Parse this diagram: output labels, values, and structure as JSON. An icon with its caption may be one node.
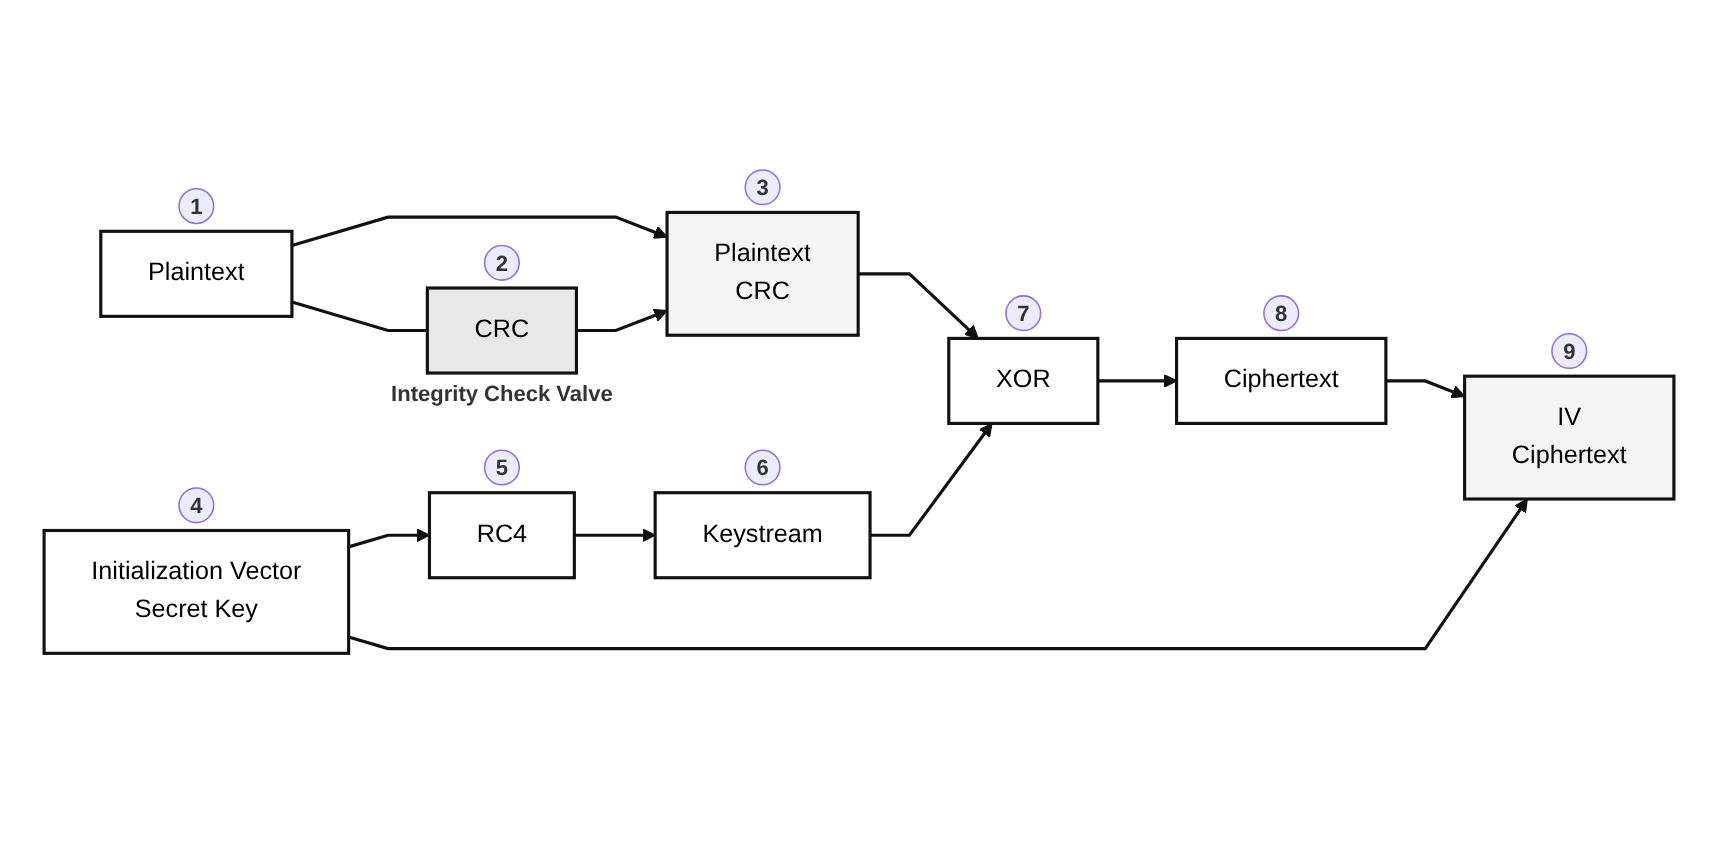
{
  "diagram": {
    "nodes": [
      {
        "text": [
          "Plaintext"
        ],
        "beside": [
          "1"
        ]
      },
      {
        "text": [
          "CRC"
        ],
        "beside": [
          "2",
          "Integrity Check Valve"
        ]
      },
      {
        "text": [
          "Plaintext",
          "CRC"
        ],
        "beside": [
          "3"
        ]
      },
      {
        "text": [
          "Initialization Vector",
          "Secret Key"
        ],
        "beside": [
          "4"
        ]
      },
      {
        "text": [
          "RC4"
        ],
        "beside": [
          "5"
        ]
      },
      {
        "text": [
          "Keystream"
        ],
        "beside": [
          "6"
        ]
      },
      {
        "text": [
          "XOR"
        ],
        "beside": [
          "7"
        ]
      },
      {
        "text": [
          "Ciphertext"
        ],
        "beside": [
          "8"
        ]
      },
      {
        "text": [
          "IV",
          "Ciphertext"
        ],
        "beside": [
          "9"
        ]
      }
    ],
    "edges": [
      {
        "from": 0,
        "to": 2,
        "arrow": "to"
      },
      {
        "from": 0,
        "to": 1,
        "arrow": "none"
      },
      {
        "from": 1,
        "to": 2,
        "arrow": "to"
      },
      {
        "from": 3,
        "to": 4,
        "arrow": "to"
      },
      {
        "from": 4,
        "to": 5,
        "arrow": "to"
      },
      {
        "from": 2,
        "to": 6,
        "arrow": "to"
      },
      {
        "from": 5,
        "to": 6,
        "arrow": "to"
      },
      {
        "from": 6,
        "to": 7,
        "arrow": "to"
      },
      {
        "from": 7,
        "to": 8,
        "arrow": "to"
      },
      {
        "from": 3,
        "to": 8,
        "arrow": "to"
      }
    ]
  }
}
